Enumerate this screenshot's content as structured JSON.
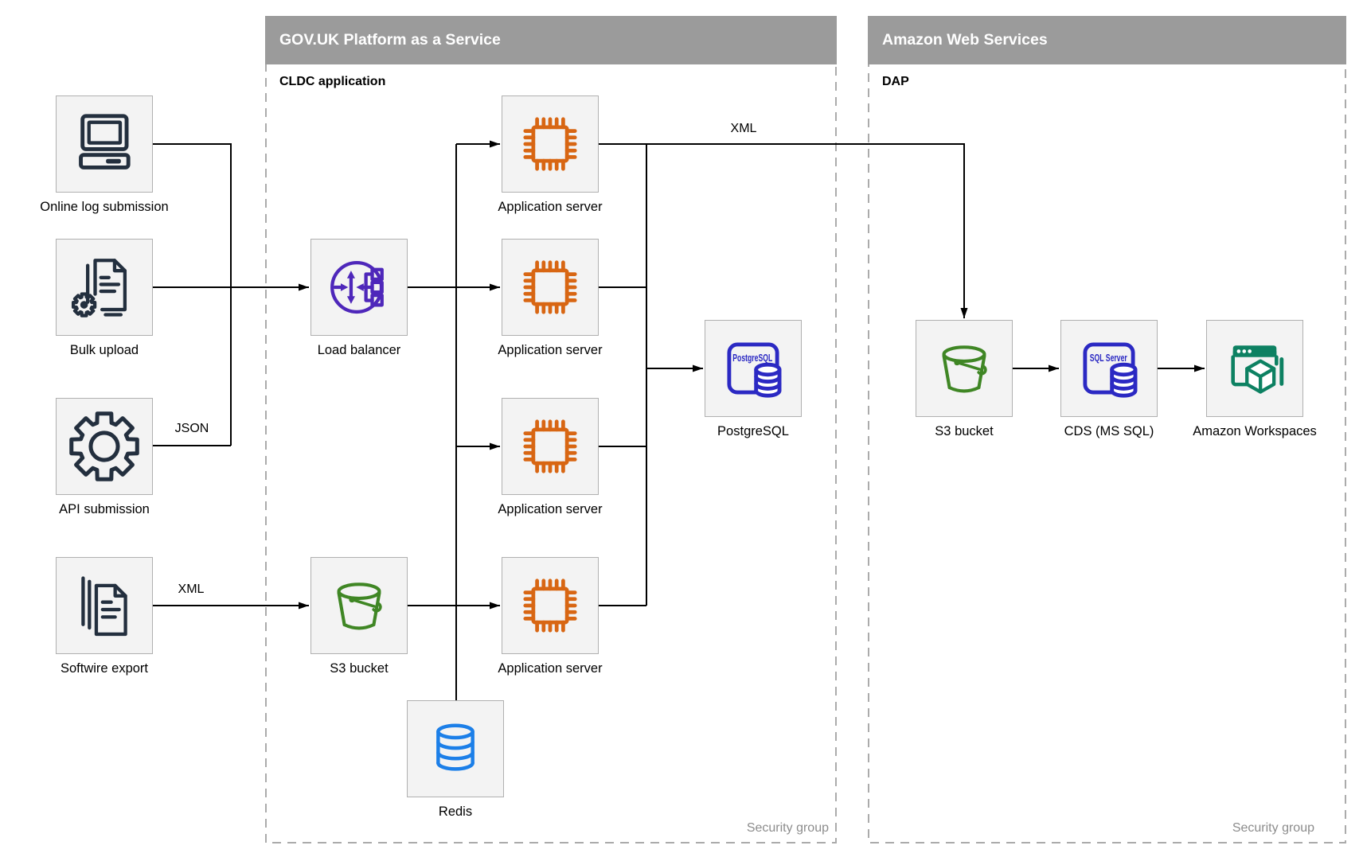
{
  "sources": {
    "online_log_label": "Online log submission",
    "bulk_upload_label": "Bulk upload",
    "api_label": "API submission",
    "softwire_label": "Softwire export"
  },
  "paas": {
    "title": "GOV.UK Platform as a Service",
    "subtitle": "CLDC application",
    "security_label": "Security group",
    "load_balancer_label": "Load balancer",
    "s3_label": "S3 bucket",
    "app_server_label": "Application server",
    "postgresql_label": "PostgreSQL",
    "redis_label": "Redis"
  },
  "aws": {
    "title": "Amazon Web Services",
    "subtitle": "DAP",
    "security_label": "Security group",
    "s3_label": "S3 bucket",
    "cds_label": "CDS (MS SQL)",
    "workspaces_label": "Amazon Workspaces"
  },
  "edge_labels": {
    "json": "JSON",
    "xml_softwire": "XML",
    "xml_dap": "XML"
  },
  "icon_text": {
    "postgresql": "PostgreSQL",
    "sql_server": "SQL Server"
  },
  "colors": {
    "navy": "#232F3E",
    "orange": "#D86613",
    "purple": "#4E27BA",
    "green": "#3F8624",
    "indigo": "#2B29C3",
    "blue": "#1C7FE8",
    "teal": "#0D8162",
    "header_gray": "#9B9B9B",
    "zone_dash": "#ABABAB",
    "box_border": "#B0B0B0",
    "box_fill": "#F3F3F3",
    "line": "#000000",
    "security_text": "#8C8C8C"
  }
}
